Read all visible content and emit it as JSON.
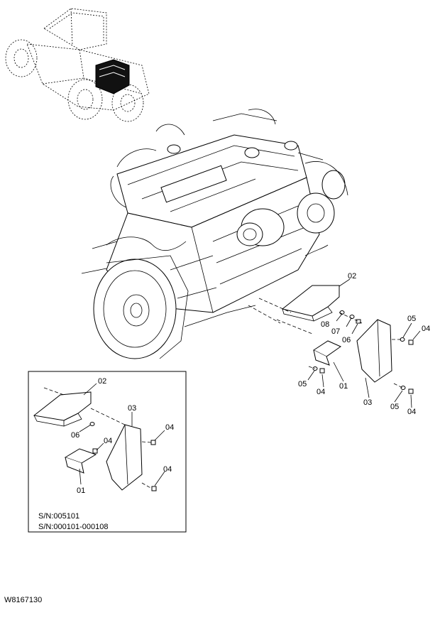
{
  "drawing_id": "W8167130",
  "serial_numbers": [
    "S/N:005101",
    "S/N:000101-000108"
  ],
  "callouts": {
    "main": {
      "c02": "02",
      "c08": "08",
      "c07": "07",
      "c06": "06",
      "c05a": "05",
      "c04a": "04",
      "c05b": "05",
      "c04b": "04",
      "c01": "01",
      "c03": "03",
      "c05c": "05",
      "c04c": "04"
    },
    "inset": {
      "c02": "02",
      "c03": "03",
      "c06": "06",
      "c04a": "04",
      "c04b": "04",
      "c04c": "04",
      "c01": "01"
    }
  }
}
